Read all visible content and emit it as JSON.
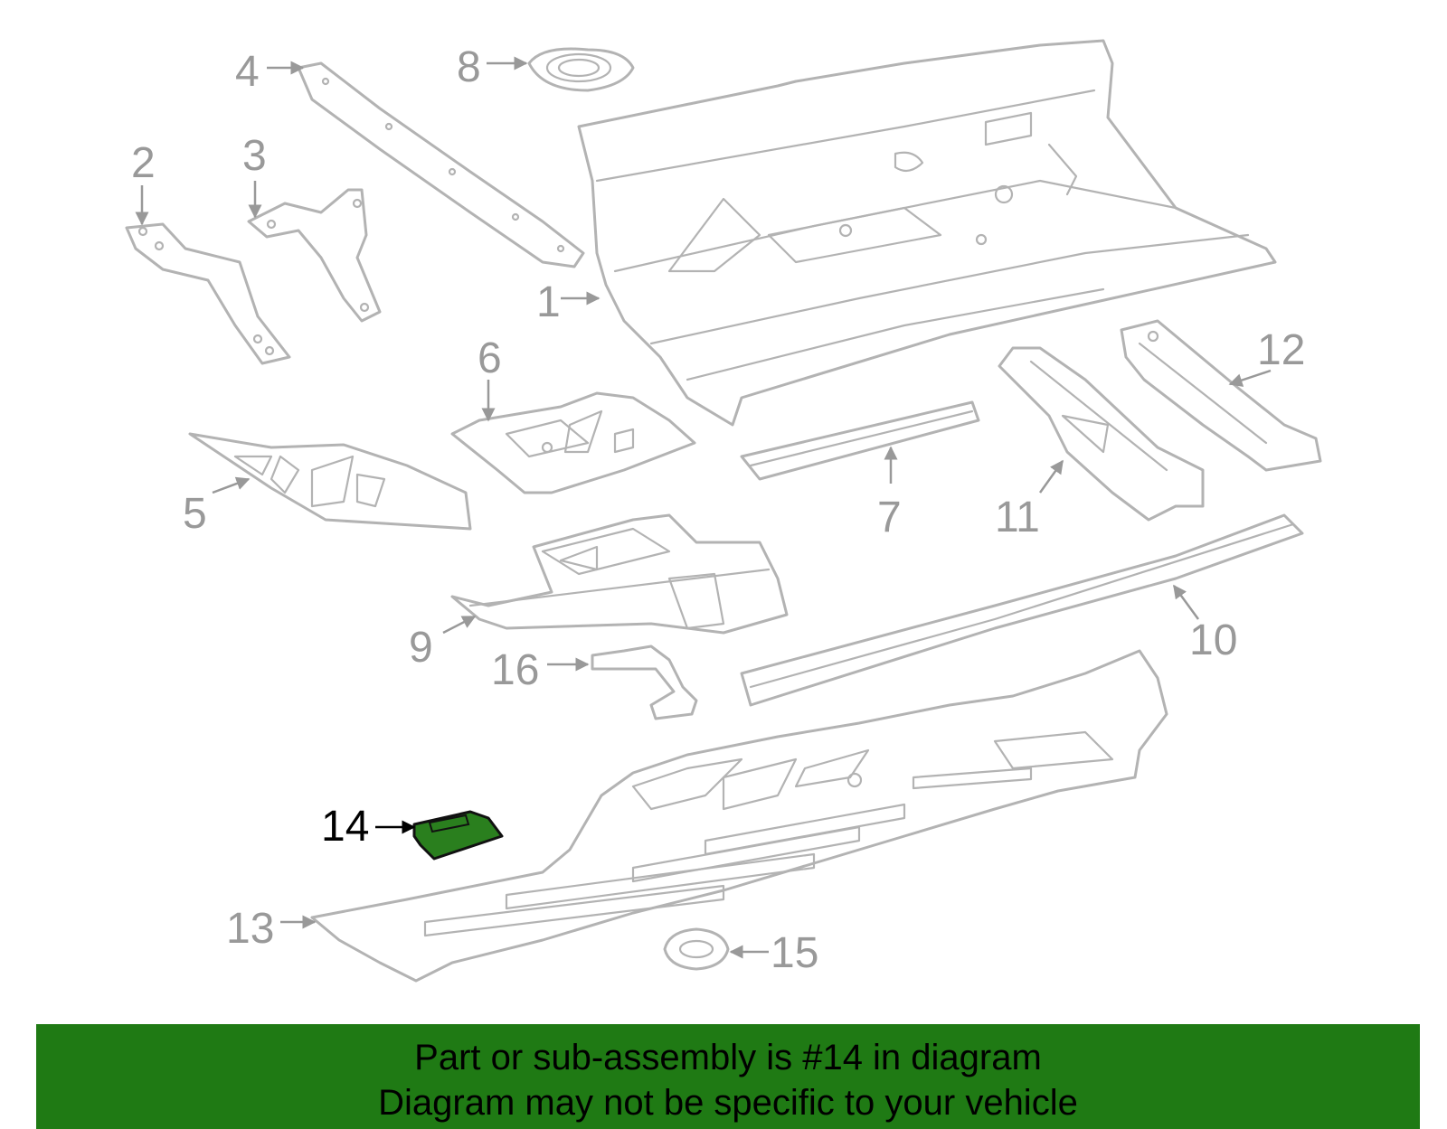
{
  "diagram": {
    "highlight_color": "#2a7f1e",
    "line_color": "#b3b3b3",
    "label_color": "#999999",
    "selected_part": "14",
    "callouts": [
      {
        "id": "c1",
        "label": "1"
      },
      {
        "id": "c2",
        "label": "2"
      },
      {
        "id": "c3",
        "label": "3"
      },
      {
        "id": "c4",
        "label": "4"
      },
      {
        "id": "c5",
        "label": "5"
      },
      {
        "id": "c6",
        "label": "6"
      },
      {
        "id": "c7",
        "label": "7"
      },
      {
        "id": "c8",
        "label": "8"
      },
      {
        "id": "c9",
        "label": "9"
      },
      {
        "id": "c10",
        "label": "10"
      },
      {
        "id": "c11",
        "label": "11"
      },
      {
        "id": "c12",
        "label": "12"
      },
      {
        "id": "c13",
        "label": "13"
      },
      {
        "id": "c14",
        "label": "14"
      },
      {
        "id": "c15",
        "label": "15"
      },
      {
        "id": "c16",
        "label": "16"
      }
    ]
  },
  "banner": {
    "color": "#1f7a14",
    "line1": "Part or sub-assembly is #14 in diagram",
    "line2": "Diagram may not be specific to your vehicle"
  }
}
